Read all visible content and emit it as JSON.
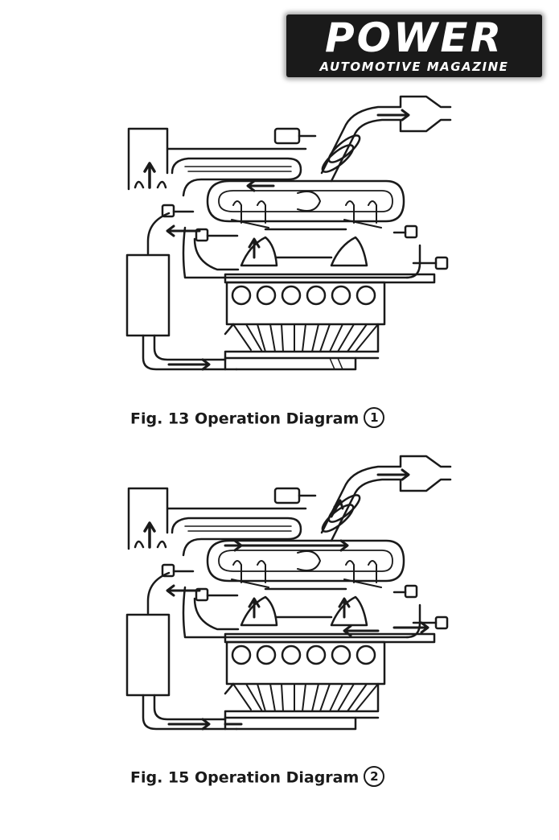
{
  "logo": {
    "main": "POWER",
    "sub": "AUTOMOTIVE MAGAZINE"
  },
  "figures": [
    {
      "caption": "Fig. 13  Operation Diagram",
      "number": "1"
    },
    {
      "caption": "Fig. 15  Operation Diagram",
      "number": "2"
    }
  ]
}
